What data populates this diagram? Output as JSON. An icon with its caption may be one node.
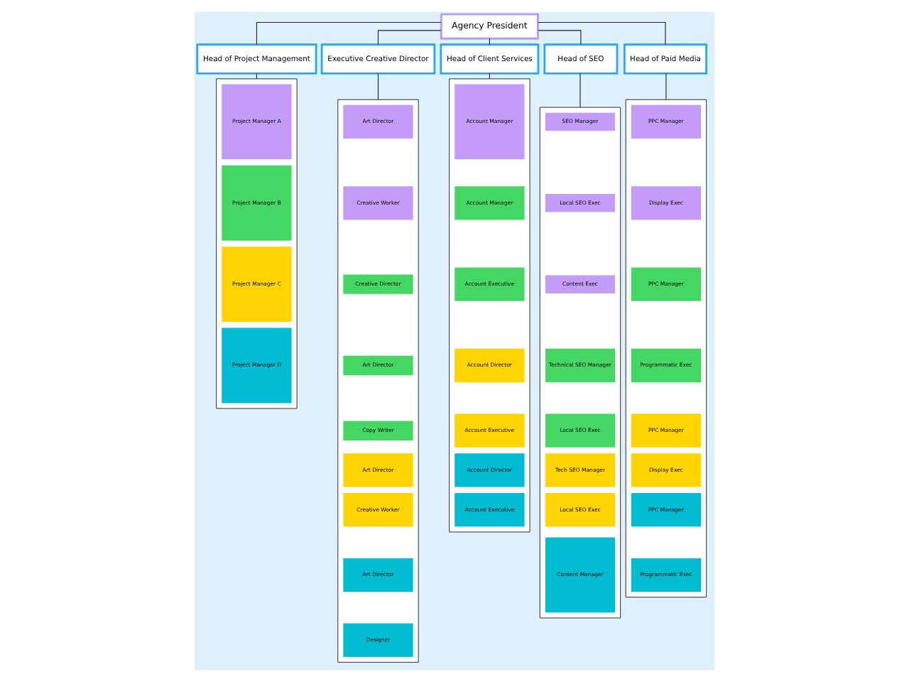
{
  "diagram": {
    "nodes": [
      {
        "text": [
          "Agency President"
        ]
      },
      {
        "text": [
          "Head of Project Management"
        ]
      },
      {
        "text": [
          "Executive Creative Director"
        ]
      },
      {
        "text": [
          "Head of Client Services"
        ]
      },
      {
        "text": [
          "Head of SEO"
        ]
      },
      {
        "text": [
          "Head of Paid Media"
        ]
      },
      {
        "text": [],
        "shape": "box"
      },
      {
        "text": [
          "Project Manager A"
        ],
        "in": 6
      },
      {
        "text": [
          "Project Manager B"
        ],
        "in": 6
      },
      {
        "text": [
          "Project Manager C"
        ],
        "in": 6
      },
      {
        "text": [
          "Project Manager D"
        ],
        "in": 6
      },
      {
        "text": [],
        "shape": "box"
      },
      {
        "text": [
          "Art Director"
        ],
        "in": 11
      },
      {
        "text": [
          "Creative Worker"
        ],
        "in": 11
      },
      {
        "text": [
          "Creative Director"
        ],
        "in": 11
      },
      {
        "text": [
          "Art Director"
        ],
        "in": 11
      },
      {
        "text": [
          "Copy Writer"
        ],
        "in": 11
      },
      {
        "text": [
          "Art Director"
        ],
        "in": 11
      },
      {
        "text": [
          "Creative Worker"
        ],
        "in": 11
      },
      {
        "text": [
          "Art Director"
        ],
        "in": 11
      },
      {
        "text": [
          "Designer"
        ],
        "in": 11
      },
      {
        "text": [],
        "shape": "box"
      },
      {
        "text": [
          "Account Manager"
        ],
        "in": 21
      },
      {
        "text": [
          "Account Manager"
        ],
        "in": 21
      },
      {
        "text": [
          "Account Executive"
        ],
        "in": 21
      },
      {
        "text": [
          "Account Director"
        ],
        "in": 21
      },
      {
        "text": [
          "Account Executive"
        ],
        "in": 21
      },
      {
        "text": [
          "Account Director"
        ],
        "in": 21
      },
      {
        "text": [
          "Account Executive"
        ],
        "in": 21
      },
      {
        "text": [],
        "shape": "box"
      },
      {
        "text": [
          "SEO Manager"
        ],
        "in": 29
      },
      {
        "text": [
          "Local SEO Exec"
        ],
        "in": 29
      },
      {
        "text": [
          "Content Exec"
        ],
        "in": 29
      },
      {
        "text": [
          "Technical SEO Manager"
        ],
        "in": 29
      },
      {
        "text": [
          "Local SEO Exec"
        ],
        "in": 29
      },
      {
        "text": [
          "Tech SEO Manager"
        ],
        "in": 29
      },
      {
        "text": [
          "Local SEO Exec"
        ],
        "in": 29
      },
      {
        "text": [
          "Content Manager"
        ],
        "in": 29
      },
      {
        "text": [],
        "shape": "box"
      },
      {
        "text": [
          "PPC Manager"
        ],
        "in": 38
      },
      {
        "text": [
          "Display Exec"
        ],
        "in": 38
      },
      {
        "text": [
          "PPC Manager"
        ],
        "in": 38
      },
      {
        "text": [
          "Programmatic Exec"
        ],
        "in": 38
      },
      {
        "text": [
          "PPC Manager"
        ],
        "in": 38
      },
      {
        "text": [
          "Display Exec"
        ],
        "in": 38
      },
      {
        "text": [
          "PPC Manager"
        ],
        "in": 38
      },
      {
        "text": [
          "Programmatic Exec"
        ],
        "in": 38
      }
    ],
    "edges": [
      {
        "from": 0,
        "to": 1,
        "arrow": "none"
      },
      {
        "from": 0,
        "to": 2,
        "arrow": "none"
      },
      {
        "from": 0,
        "to": 3,
        "arrow": "none"
      },
      {
        "from": 0,
        "to": 4,
        "arrow": "none"
      },
      {
        "from": 0,
        "to": 5,
        "arrow": "none"
      },
      {
        "from": 1,
        "to": 6,
        "arrow": "none"
      },
      {
        "from": 2,
        "to": 11,
        "arrow": "none"
      },
      {
        "from": 3,
        "to": 21,
        "arrow": "none"
      },
      {
        "from": 4,
        "to": 29,
        "arrow": "none"
      },
      {
        "from": 5,
        "to": 38,
        "arrow": "none"
      }
    ]
  }
}
